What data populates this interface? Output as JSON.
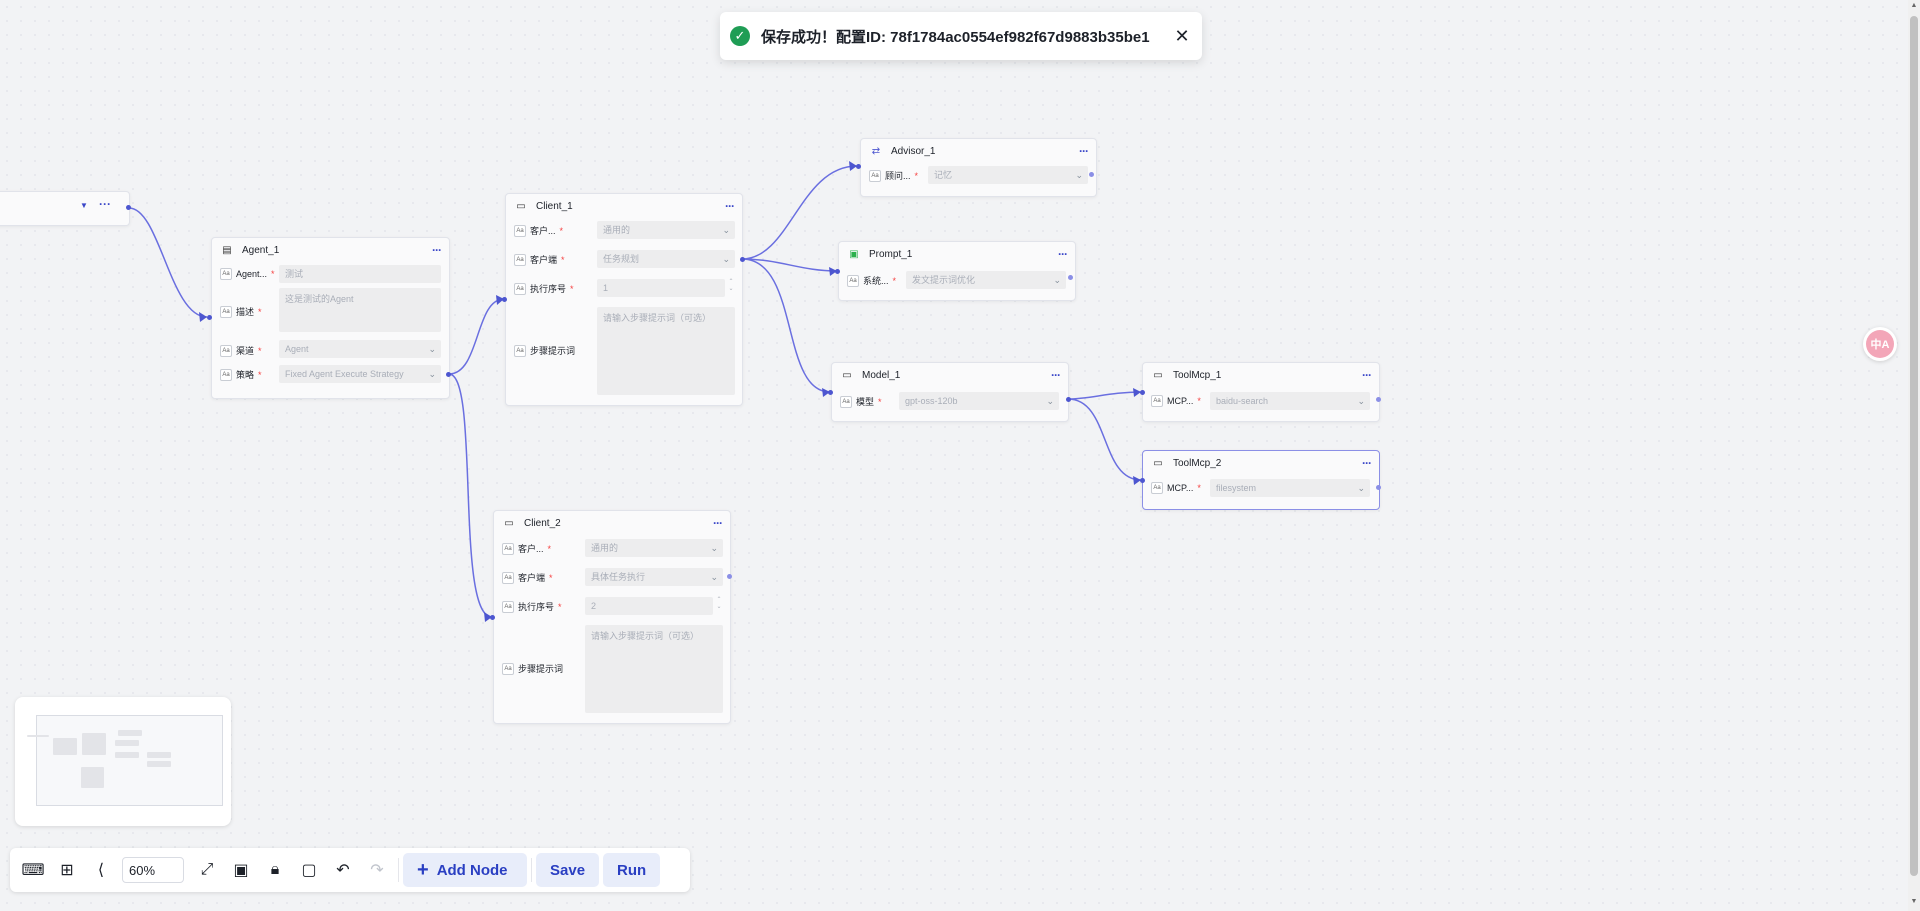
{
  "toast": {
    "message": "保存成功！配置ID: 78f1784ac0554ef982f67d9883b35be1"
  },
  "nodes": {
    "partial": {
      "title": ""
    },
    "agent1": {
      "title": "Agent_1",
      "rows": [
        {
          "label": "Agent...",
          "value": "测试"
        },
        {
          "label": "描述",
          "value": "这是测试的Agent"
        },
        {
          "label": "渠道",
          "value": "Agent"
        },
        {
          "label": "策略",
          "value": "Fixed Agent Execute Strategy"
        }
      ]
    },
    "client1": {
      "title": "Client_1",
      "rows": [
        {
          "label": "客户...",
          "value": "通用的"
        },
        {
          "label": "客户端",
          "value": "任务规划"
        },
        {
          "label": "执行序号",
          "value": "1"
        },
        {
          "label": "步骤提示词",
          "value": "请输入步骤提示词（可选）"
        }
      ]
    },
    "client2": {
      "title": "Client_2",
      "rows": [
        {
          "label": "客户...",
          "value": "通用的"
        },
        {
          "label": "客户端",
          "value": "具体任务执行"
        },
        {
          "label": "执行序号",
          "value": "2"
        },
        {
          "label": "步骤提示词",
          "value": "请输入步骤提示词（可选）"
        }
      ]
    },
    "advisor1": {
      "title": "Advisor_1",
      "rows": [
        {
          "label": "顾问...",
          "value": "记忆"
        }
      ]
    },
    "prompt1": {
      "title": "Prompt_1",
      "rows": [
        {
          "label": "系统...",
          "value": "发文提示词优化"
        }
      ]
    },
    "model1": {
      "title": "Model_1",
      "rows": [
        {
          "label": "模型",
          "value": "gpt-oss-120b"
        }
      ]
    },
    "toolmcp1": {
      "title": "ToolMcp_1",
      "rows": [
        {
          "label": "MCP...",
          "value": "baidu-search"
        }
      ]
    },
    "toolmcp2": {
      "title": "ToolMcp_2",
      "rows": [
        {
          "label": "MCP...",
          "value": "filesystem"
        }
      ]
    }
  },
  "toolbar": {
    "zoom": "60%",
    "add_node": "Add Node",
    "save": "Save",
    "run": "Run"
  },
  "translate": {
    "label": "中A"
  },
  "colors": {
    "edge": "#6a6fe0",
    "accent": "#2a3fc2",
    "required": "#f53f3f",
    "success": "#1f9d55"
  },
  "icons": {
    "toast": "check-circle-icon",
    "close": "close-icon",
    "more": "more-dots-icon",
    "chevron": "chevron-down-icon"
  }
}
